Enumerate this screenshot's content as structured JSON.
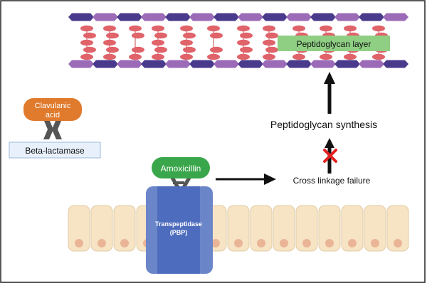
{
  "peptidoglycan": {
    "label": "Peptidoglycan layer",
    "colors": {
      "glycan_dark": "#4a3a8c",
      "glycan_light": "#9b6bb8",
      "peptide": "#e0636a",
      "label_bg": "#8fcf84"
    }
  },
  "clavulanic_acid": {
    "label_line1": "Clavulanic",
    "label_line2": "acid",
    "color": "#e07a2c"
  },
  "beta_lactamase": {
    "label": "Beta-lactamase",
    "color": "#e8f1fb"
  },
  "amoxicillin": {
    "label": "Amoxicillin",
    "color": "#3aa64b"
  },
  "transpeptidase": {
    "label_line1": "Transpeptidase",
    "label_line2": "(PBP)",
    "color": "#5a78c2"
  },
  "cross_linkage_failure": {
    "label": "Cross linkage failure"
  },
  "peptidoglycan_synthesis": {
    "label": "Peptidoglycan synthesis"
  },
  "icons": {
    "blocked": "x-mark-icon",
    "arrow": "arrow-right-icon"
  },
  "membrane": {
    "cell_color": "#f7e4c4",
    "nucleus_color": "#eab597"
  }
}
